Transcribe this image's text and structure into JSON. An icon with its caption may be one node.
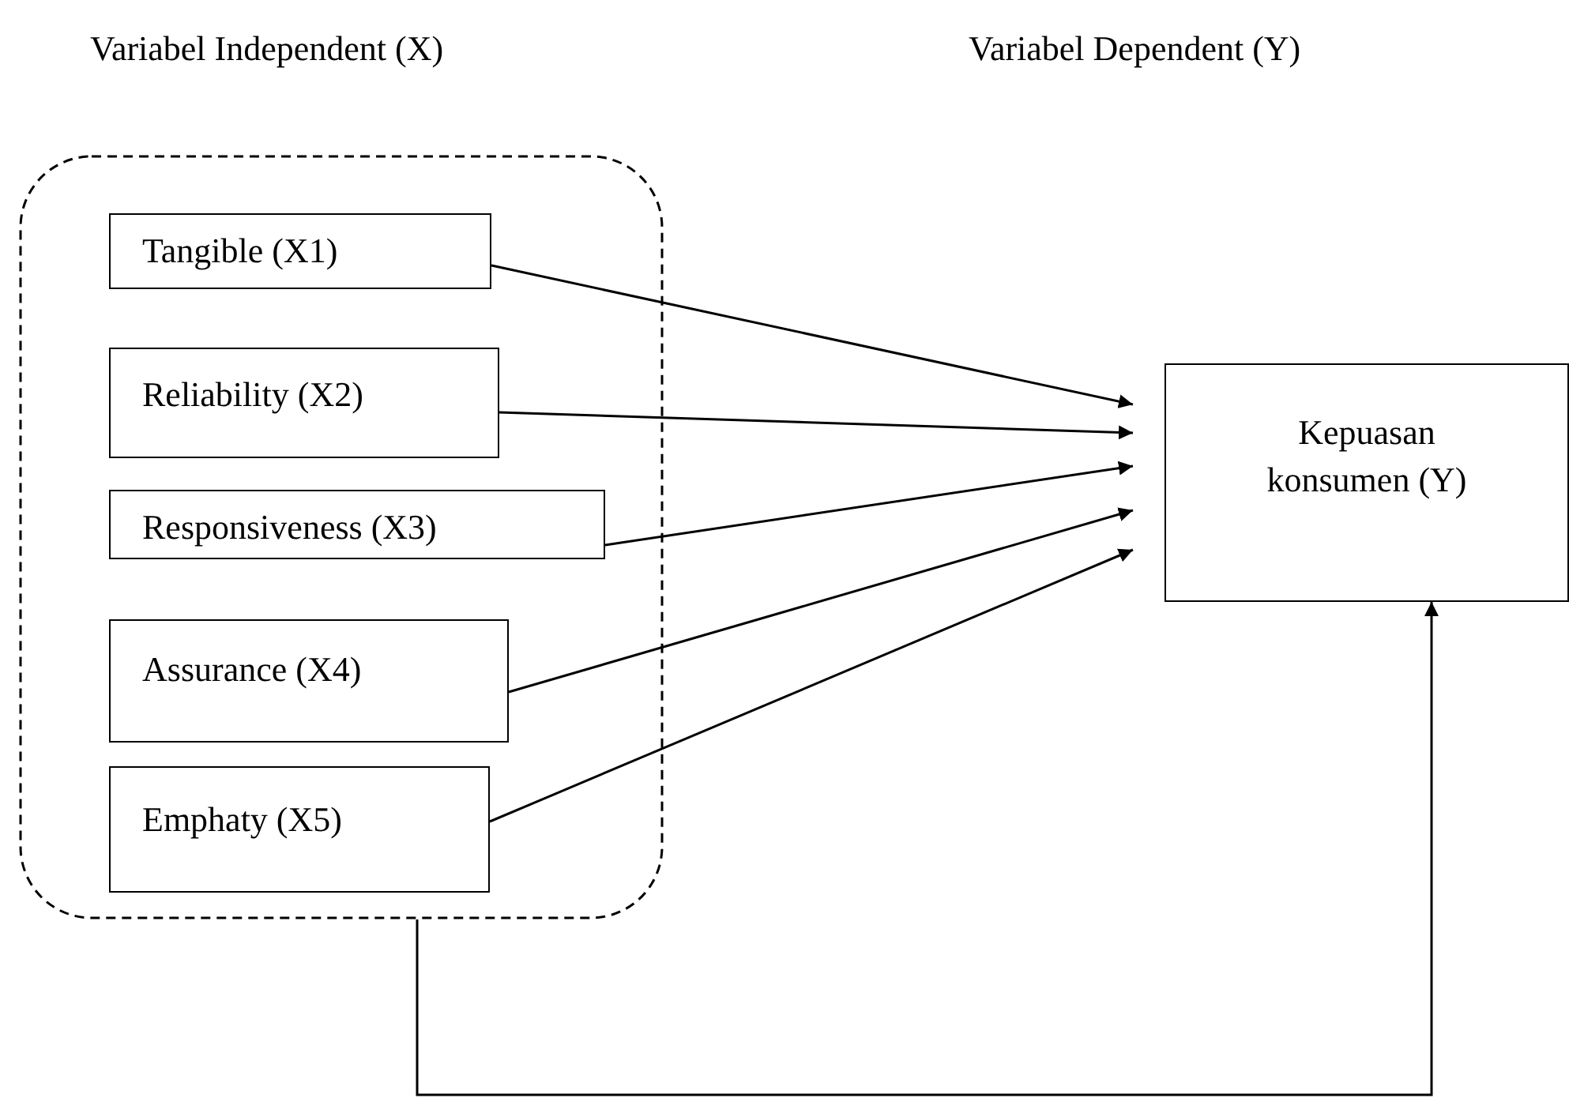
{
  "diagram": {
    "nodes": [
      {
        "text": [],
        "shape": "box"
      },
      {
        "text": [
          "Tangible (X1)"
        ],
        "in": 0
      },
      {
        "text": [
          "Reliability (X2)"
        ],
        "in": 0
      },
      {
        "text": [
          "Responsiveness (X3)"
        ],
        "in": 0
      },
      {
        "text": [
          "Assurance (X4)"
        ],
        "in": 0
      },
      {
        "text": [
          "Emphaty (X5)"
        ],
        "in": 0
      },
      {
        "text": [
          "Kepuasan konsumen (Y)"
        ]
      }
    ],
    "edges": [
      {
        "from": 1,
        "to": 6,
        "arrow": "to"
      },
      {
        "from": 2,
        "to": 6,
        "arrow": "to"
      },
      {
        "from": 3,
        "to": 6,
        "arrow": "to"
      },
      {
        "from": 4,
        "to": 6,
        "arrow": "to"
      },
      {
        "from": 5,
        "to": 6,
        "arrow": "to"
      },
      {
        "from": 0,
        "to": 6,
        "arrow": "to"
      }
    ],
    "labels": [
      "Variabel Independent (X)",
      "Variabel Dependent (Y)"
    ]
  }
}
